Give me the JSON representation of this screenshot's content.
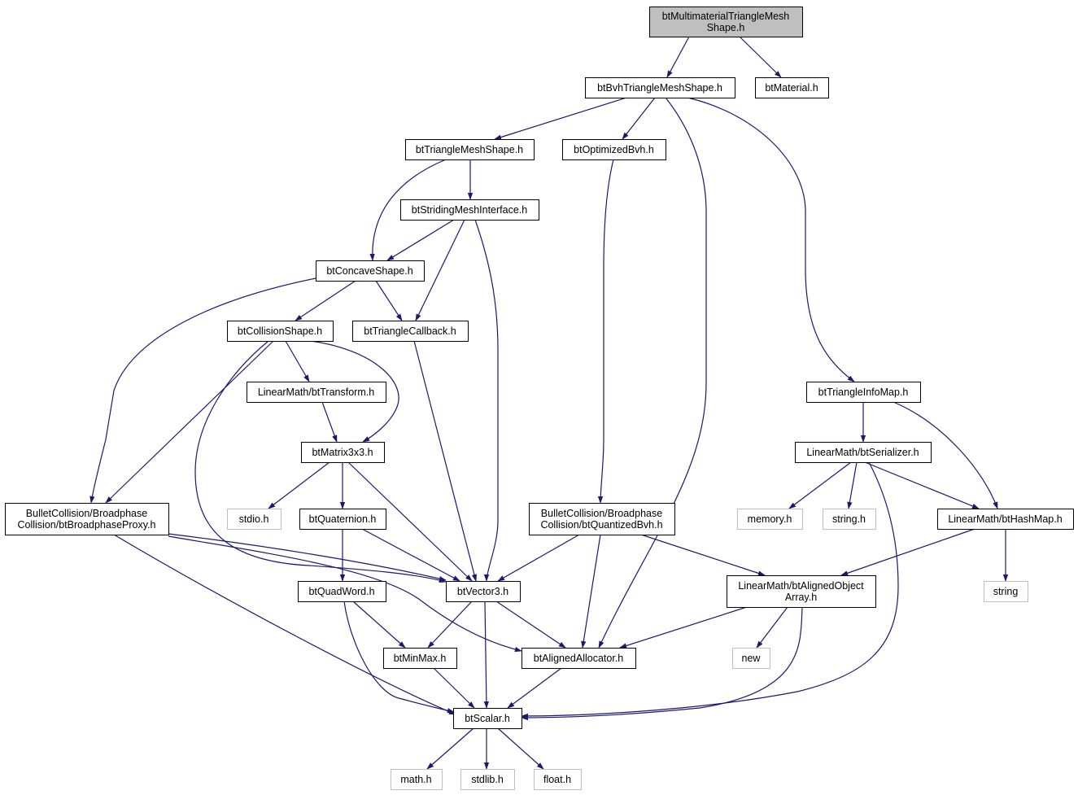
{
  "nodes": [
    {
      "id": "root",
      "lines": [
        "btMultimaterialTriangleMesh",
        "Shape.h"
      ],
      "kind": "root"
    },
    {
      "id": "bvhtri",
      "lines": [
        "btBvhTriangleMeshShape.h"
      ],
      "kind": "normal"
    },
    {
      "id": "material",
      "lines": [
        "btMaterial.h"
      ],
      "kind": "normal"
    },
    {
      "id": "trimesh",
      "lines": [
        "btTriangleMeshShape.h"
      ],
      "kind": "normal"
    },
    {
      "id": "optbvh",
      "lines": [
        "btOptimizedBvh.h"
      ],
      "kind": "normal"
    },
    {
      "id": "striding",
      "lines": [
        "btStridingMeshInterface.h"
      ],
      "kind": "normal"
    },
    {
      "id": "concave",
      "lines": [
        "btConcaveShape.h"
      ],
      "kind": "normal"
    },
    {
      "id": "collshape",
      "lines": [
        "btCollisionShape.h"
      ],
      "kind": "normal"
    },
    {
      "id": "tricb",
      "lines": [
        "btTriangleCallback.h"
      ],
      "kind": "normal"
    },
    {
      "id": "transform",
      "lines": [
        "LinearMath/btTransform.h"
      ],
      "kind": "normal"
    },
    {
      "id": "matrix",
      "lines": [
        "btMatrix3x3.h"
      ],
      "kind": "normal"
    },
    {
      "id": "timinfo",
      "lines": [
        "btTriangleInfoMap.h"
      ],
      "kind": "normal"
    },
    {
      "id": "serializer",
      "lines": [
        "LinearMath/btSerializer.h"
      ],
      "kind": "normal"
    },
    {
      "id": "bpproxy",
      "lines": [
        "BulletCollision/Broadphase",
        "Collision/btBroadphaseProxy.h"
      ],
      "kind": "normal"
    },
    {
      "id": "stdio",
      "lines": [
        "stdio.h"
      ],
      "kind": "system"
    },
    {
      "id": "quat",
      "lines": [
        "btQuaternion.h"
      ],
      "kind": "normal"
    },
    {
      "id": "qbvh",
      "lines": [
        "BulletCollision/Broadphase",
        "Collision/btQuantizedBvh.h"
      ],
      "kind": "normal"
    },
    {
      "id": "memory",
      "lines": [
        "memory.h"
      ],
      "kind": "system"
    },
    {
      "id": "stringh",
      "lines": [
        "string.h"
      ],
      "kind": "system"
    },
    {
      "id": "hashmap",
      "lines": [
        "LinearMath/btHashMap.h"
      ],
      "kind": "normal"
    },
    {
      "id": "vec3",
      "lines": [
        "btVector3.h"
      ],
      "kind": "normal"
    },
    {
      "id": "qword",
      "lines": [
        "btQuadWord.h"
      ],
      "kind": "normal"
    },
    {
      "id": "aoa",
      "lines": [
        "LinearMath/btAlignedObject",
        "Array.h"
      ],
      "kind": "normal"
    },
    {
      "id": "string",
      "lines": [
        "string"
      ],
      "kind": "system"
    },
    {
      "id": "minmax",
      "lines": [
        "btMinMax.h"
      ],
      "kind": "normal"
    },
    {
      "id": "alloc",
      "lines": [
        "btAlignedAllocator.h"
      ],
      "kind": "normal"
    },
    {
      "id": "new",
      "lines": [
        "new"
      ],
      "kind": "system"
    },
    {
      "id": "scalar",
      "lines": [
        "btScalar.h"
      ],
      "kind": "normal"
    },
    {
      "id": "math",
      "lines": [
        "math.h"
      ],
      "kind": "system"
    },
    {
      "id": "stdlib",
      "lines": [
        "stdlib.h"
      ],
      "kind": "system"
    },
    {
      "id": "float",
      "lines": [
        "float.h"
      ],
      "kind": "system"
    }
  ],
  "edges": [
    [
      "root",
      "bvhtri"
    ],
    [
      "root",
      "material"
    ],
    [
      "bvhtri",
      "trimesh"
    ],
    [
      "bvhtri",
      "optbvh"
    ],
    [
      "bvhtri",
      "alloc"
    ],
    [
      "bvhtri",
      "timinfo"
    ],
    [
      "trimesh",
      "striding"
    ],
    [
      "trimesh",
      "concave"
    ],
    [
      "optbvh",
      "qbvh"
    ],
    [
      "striding",
      "concave"
    ],
    [
      "striding",
      "tricb"
    ],
    [
      "striding",
      "vec3"
    ],
    [
      "concave",
      "collshape"
    ],
    [
      "concave",
      "tricb"
    ],
    [
      "concave",
      "bpproxy"
    ],
    [
      "collshape",
      "transform"
    ],
    [
      "collshape",
      "matrix"
    ],
    [
      "collshape",
      "bpproxy"
    ],
    [
      "collshape",
      "vec3"
    ],
    [
      "tricb",
      "vec3"
    ],
    [
      "transform",
      "matrix"
    ],
    [
      "matrix",
      "stdio"
    ],
    [
      "matrix",
      "quat"
    ],
    [
      "matrix",
      "vec3"
    ],
    [
      "bpproxy",
      "vec3"
    ],
    [
      "bpproxy",
      "alloc"
    ],
    [
      "bpproxy",
      "scalar"
    ],
    [
      "quat",
      "qword"
    ],
    [
      "quat",
      "vec3"
    ],
    [
      "qbvh",
      "vec3"
    ],
    [
      "qbvh",
      "alloc"
    ],
    [
      "qbvh",
      "aoa"
    ],
    [
      "timinfo",
      "serializer"
    ],
    [
      "timinfo",
      "hashmap"
    ],
    [
      "serializer",
      "memory"
    ],
    [
      "serializer",
      "stringh"
    ],
    [
      "serializer",
      "hashmap"
    ],
    [
      "serializer",
      "scalar"
    ],
    [
      "hashmap",
      "aoa"
    ],
    [
      "hashmap",
      "string"
    ],
    [
      "vec3",
      "minmax"
    ],
    [
      "vec3",
      "alloc"
    ],
    [
      "vec3",
      "scalar"
    ],
    [
      "qword",
      "minmax"
    ],
    [
      "qword",
      "scalar"
    ],
    [
      "aoa",
      "alloc"
    ],
    [
      "aoa",
      "new"
    ],
    [
      "aoa",
      "scalar"
    ],
    [
      "minmax",
      "scalar"
    ],
    [
      "alloc",
      "scalar"
    ],
    [
      "scalar",
      "math"
    ],
    [
      "scalar",
      "stdlib"
    ],
    [
      "scalar",
      "float"
    ]
  ]
}
